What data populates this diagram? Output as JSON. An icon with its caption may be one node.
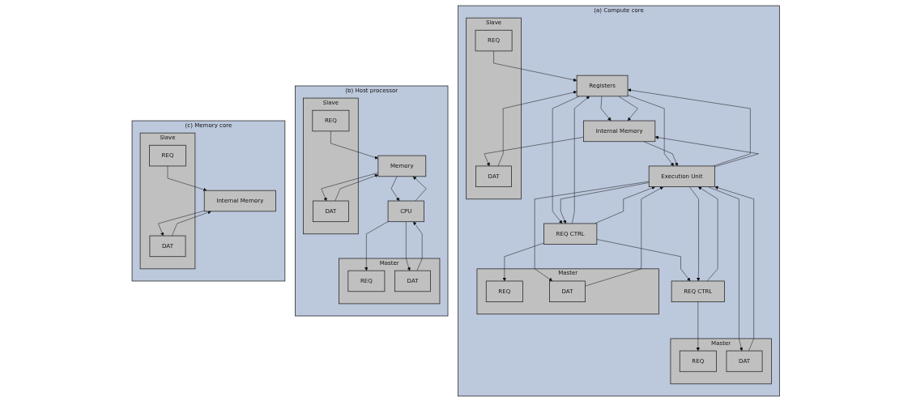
{
  "diagram": {
    "nodes": [
      {
        "text": [
          "(a) Compute core"
        ]
      },
      {
        "text": [
          "Slave"
        ],
        "in": 0
      },
      {
        "text": [
          "REQ"
        ],
        "in": 1
      },
      {
        "text": [
          "DAT"
        ],
        "in": 1
      },
      {
        "text": [
          "Master"
        ],
        "in": 0
      },
      {
        "text": [
          "REQ"
        ],
        "in": 4
      },
      {
        "text": [
          "DAT"
        ],
        "in": 4
      },
      {
        "text": [
          "Master"
        ],
        "in": 0
      },
      {
        "text": [
          "REQ"
        ],
        "in": 7
      },
      {
        "text": [
          "DAT"
        ],
        "in": 7
      },
      {
        "text": [
          "Registers"
        ],
        "in": 0
      },
      {
        "text": [
          "REQ CTRL"
        ],
        "in": 0
      },
      {
        "text": [
          "REQ CTRL"
        ],
        "in": 0
      },
      {
        "text": [
          "Internal Memory"
        ],
        "in": 0
      },
      {
        "text": [
          "Execution Unit"
        ],
        "in": 0
      },
      {
        "text": [
          "(b) Host processor"
        ]
      },
      {
        "text": [
          "Master"
        ],
        "in": 15
      },
      {
        "text": [
          "REQ"
        ],
        "in": 16
      },
      {
        "text": [
          "DAT"
        ],
        "in": 16
      },
      {
        "text": [
          "Slave"
        ],
        "in": 15
      },
      {
        "text": [
          "REQ"
        ],
        "in": 19
      },
      {
        "text": [
          "DAT"
        ],
        "in": 19
      },
      {
        "text": [
          "CPU"
        ],
        "in": 15
      },
      {
        "text": [
          "Memory"
        ],
        "in": 15
      },
      {
        "text": [
          "(c) Memory core"
        ]
      },
      {
        "text": [
          "Slave"
        ],
        "in": 24
      },
      {
        "text": [
          "REQ"
        ],
        "in": 25
      },
      {
        "text": [
          "DAT"
        ],
        "in": 25
      },
      {
        "text": [
          "Internal Memory"
        ],
        "in": 24
      }
    ],
    "edges": [
      {
        "from": 2,
        "to": 10,
        "arrow": "to"
      },
      {
        "from": 10,
        "to": 13,
        "arrow": "to"
      },
      {
        "from": 3,
        "to": 10,
        "arrow": "to"
      },
      {
        "from": 10,
        "to": 13,
        "arrow": "to"
      },
      {
        "from": 13,
        "to": 3,
        "arrow": "to"
      },
      {
        "from": 10,
        "to": 11,
        "arrow": "to"
      },
      {
        "from": 11,
        "to": 10,
        "arrow": "to"
      },
      {
        "from": 10,
        "to": 14,
        "arrow": "to"
      },
      {
        "from": 14,
        "to": 10,
        "arrow": "to"
      },
      {
        "from": 11,
        "to": 5,
        "arrow": "to"
      },
      {
        "from": 14,
        "to": 6,
        "arrow": "to"
      },
      {
        "from": 6,
        "to": 14,
        "arrow": "to"
      },
      {
        "from": 11,
        "to": 12,
        "arrow": "to"
      },
      {
        "from": 11,
        "to": 14,
        "arrow": "to"
      },
      {
        "from": 14,
        "to": 11,
        "arrow": "to"
      },
      {
        "from": 12,
        "to": 8,
        "arrow": "to"
      },
      {
        "from": 12,
        "to": 14,
        "arrow": "to"
      },
      {
        "from": 14,
        "to": 12,
        "arrow": "to"
      },
      {
        "from": 9,
        "to": 14,
        "arrow": "to"
      },
      {
        "from": 14,
        "to": 9,
        "arrow": "to"
      },
      {
        "from": 14,
        "to": 13,
        "arrow": "to"
      },
      {
        "from": 13,
        "to": 14,
        "arrow": "to"
      },
      {
        "from": 22,
        "to": 17,
        "arrow": "to"
      },
      {
        "from": 22,
        "to": 18,
        "arrow": "to"
      },
      {
        "from": 18,
        "to": 22,
        "arrow": "to"
      },
      {
        "from": 20,
        "to": 23,
        "arrow": "to"
      },
      {
        "from": 21,
        "to": 23,
        "arrow": "to"
      },
      {
        "from": 23,
        "to": 21,
        "arrow": "to"
      },
      {
        "from": 22,
        "to": 23,
        "arrow": "to"
      },
      {
        "from": 23,
        "to": 22,
        "arrow": "to"
      },
      {
        "from": 26,
        "to": 28,
        "arrow": "to"
      },
      {
        "from": 28,
        "to": 27,
        "arrow": "to"
      },
      {
        "from": 27,
        "to": 28,
        "arrow": "to"
      }
    ]
  }
}
